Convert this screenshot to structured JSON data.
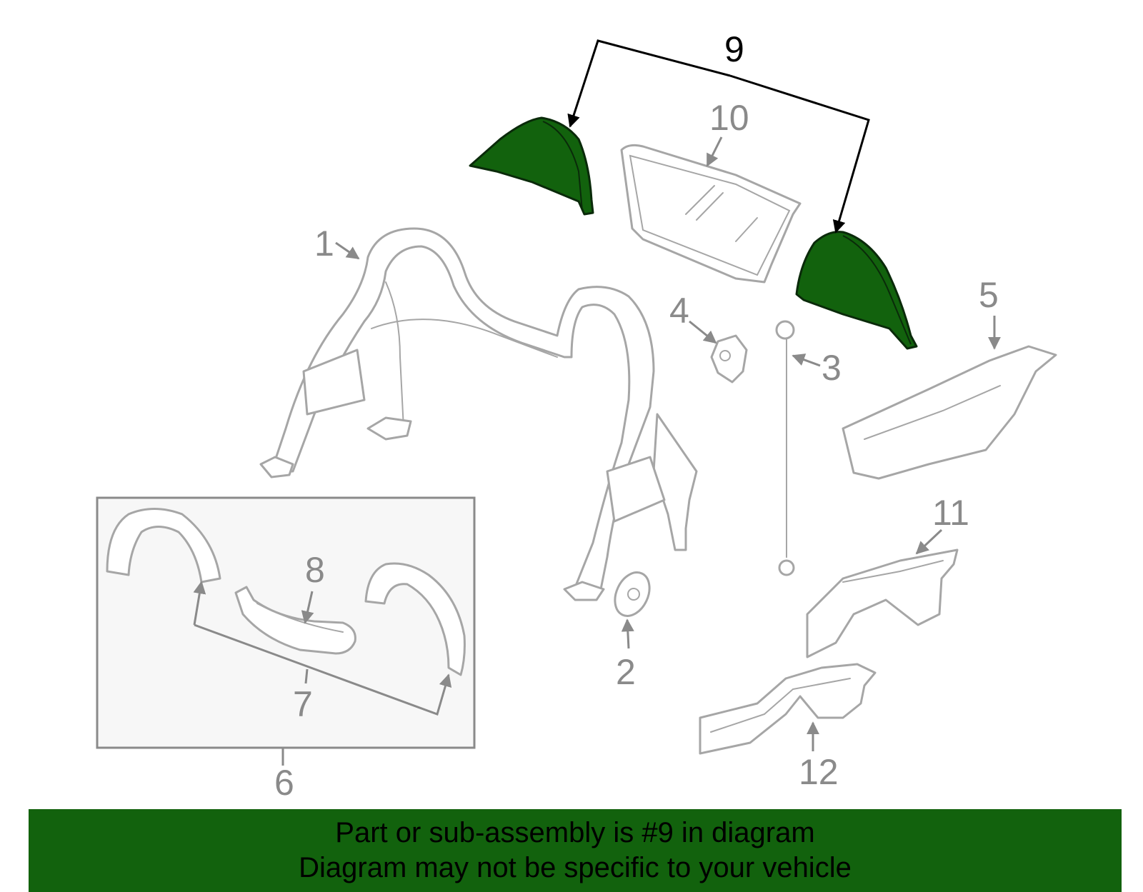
{
  "diagram": {
    "callouts": [
      "1",
      "2",
      "3",
      "4",
      "5",
      "6",
      "7",
      "8",
      "9",
      "10",
      "11",
      "12"
    ],
    "highlighted_callout": "9"
  },
  "banner": {
    "line1": "Part or sub-assembly is #9 in diagram",
    "line2": "Diagram may not be specific to your vehicle"
  },
  "colors": {
    "highlight": "#12620d",
    "banner": "#12620d",
    "part_outline": "#a6a6a6",
    "callout_text": "#8a8a8a",
    "inset_fill": "#f7f7f7"
  }
}
